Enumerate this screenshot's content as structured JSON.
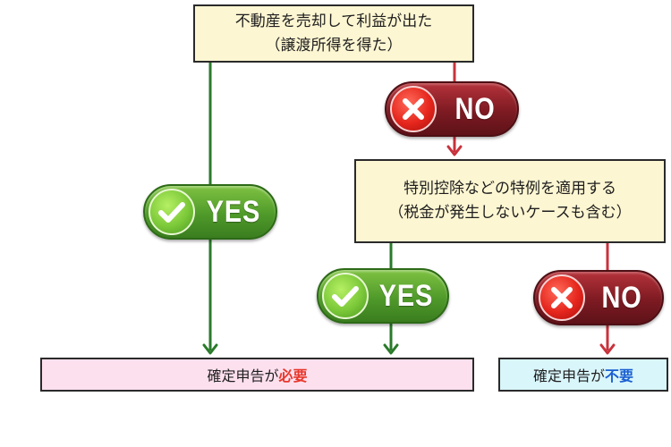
{
  "question1": {
    "line1": "不動産を売却して利益が出た",
    "line2": "（譲渡所得を得た）"
  },
  "question2": {
    "line1": "特別控除などの特例を適用する",
    "line2": "（税金が発生しないケースも含む）"
  },
  "outcome_required": {
    "prefix": "確定申告が",
    "emphasis": "必要"
  },
  "outcome_not_required": {
    "prefix": "確定申告が",
    "emphasis": "不要"
  },
  "badges": {
    "yes_label": "YES",
    "no_label": "NO"
  },
  "colors": {
    "yes_arrow": "#2a7a2a",
    "no_arrow": "#c8323c",
    "required_emphasis": "#e8372b",
    "not_required_emphasis": "#1b5fd1"
  }
}
